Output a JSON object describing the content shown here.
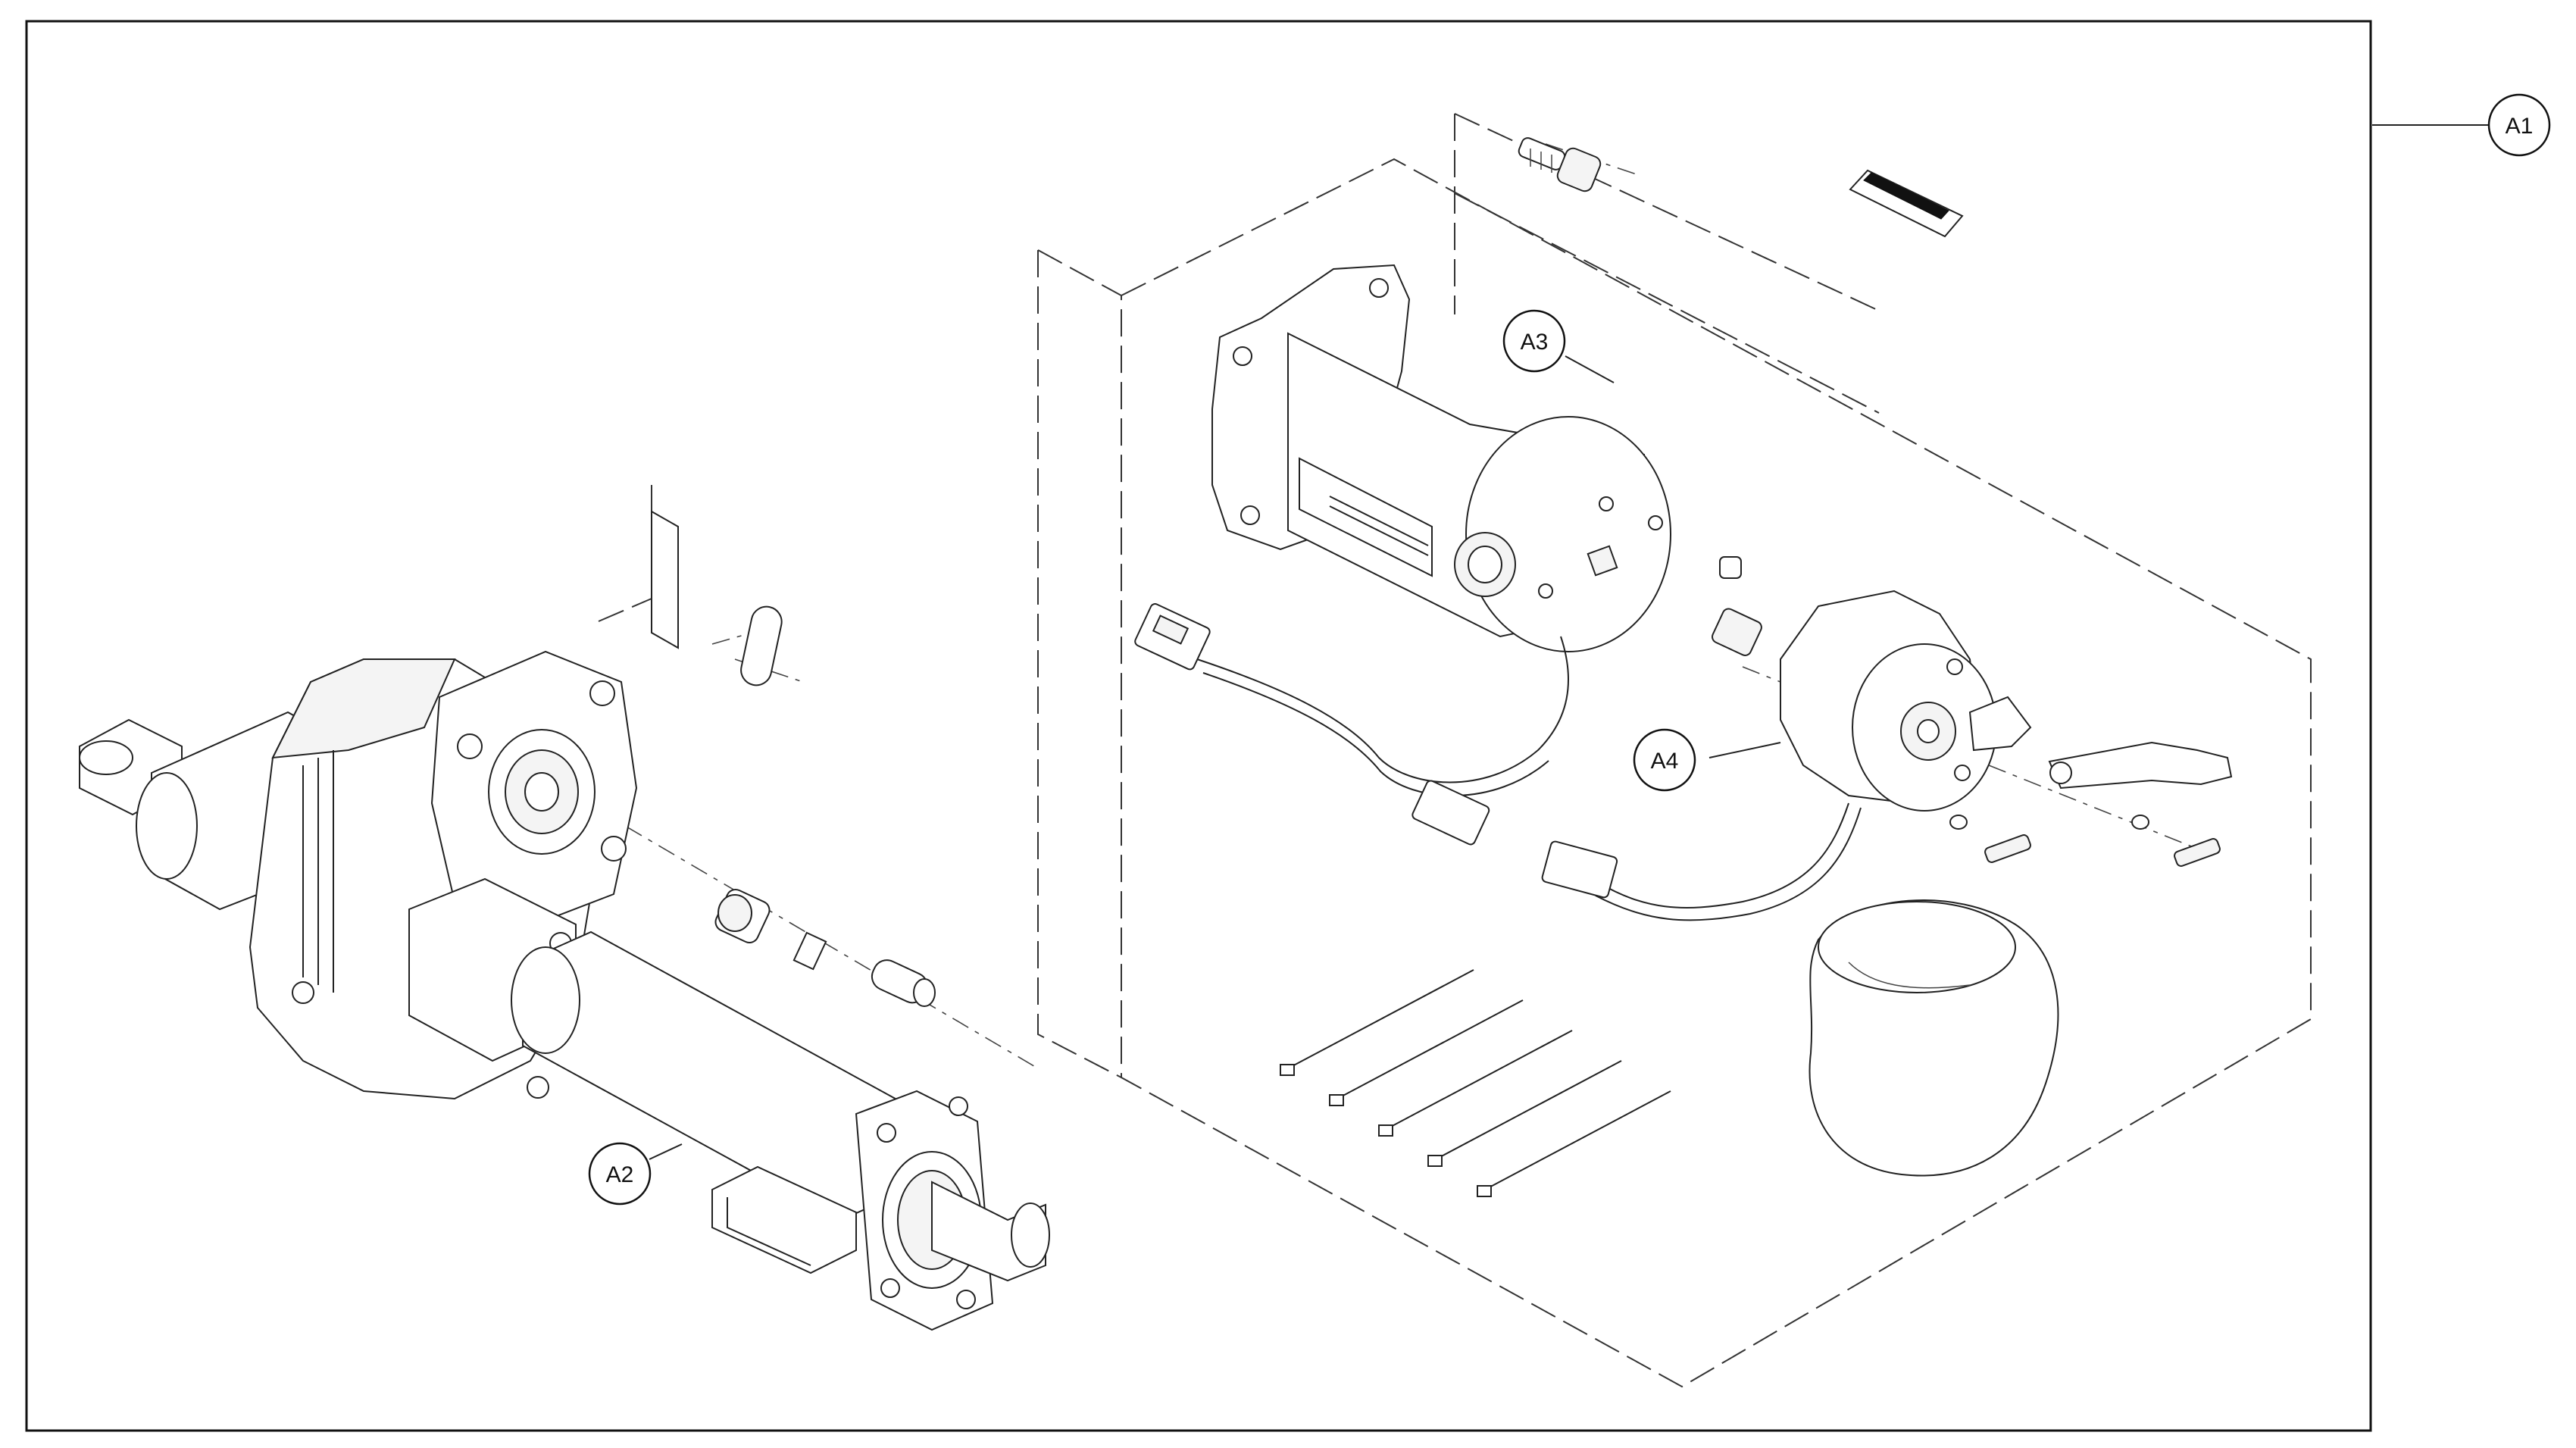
{
  "callouts": {
    "a1": "A1",
    "a2": "A2",
    "a3": "A3",
    "a4": "A4"
  },
  "colors": {
    "line": "#222222",
    "background": "#ffffff"
  }
}
